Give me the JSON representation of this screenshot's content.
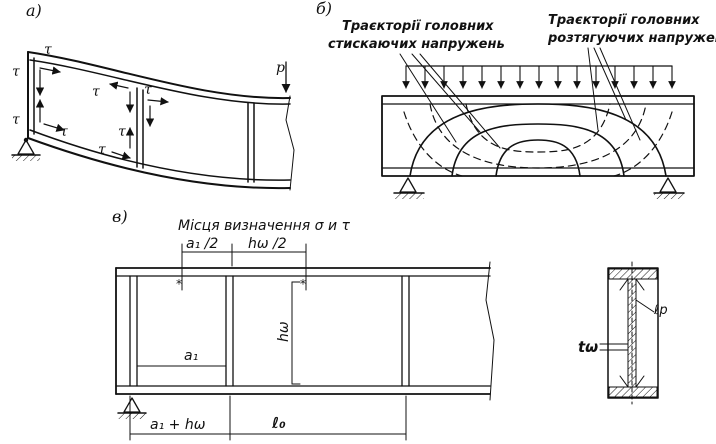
{
  "panels": {
    "a": {
      "label": "а)",
      "tau": "τ",
      "load": "p"
    },
    "b": {
      "label": "б)",
      "compressive": [
        "Траєкторії головних",
        "стискаючих напружень"
      ],
      "tensile": [
        "Траєкторії головних",
        "розтягуючих напружень"
      ]
    },
    "c": {
      "label": "в)",
      "title": "Місця визначення  σ  и  τ",
      "dim_a1_half": "a₁ /2",
      "dim_hw_half": "hω  /2",
      "dim_hw": "hω",
      "dim_a1": "a₁",
      "dim_a1_plus_hw": "a₁ + hω",
      "dim_l0": "ℓ₀",
      "tw": "tω",
      "bp": "ℓp"
    }
  }
}
